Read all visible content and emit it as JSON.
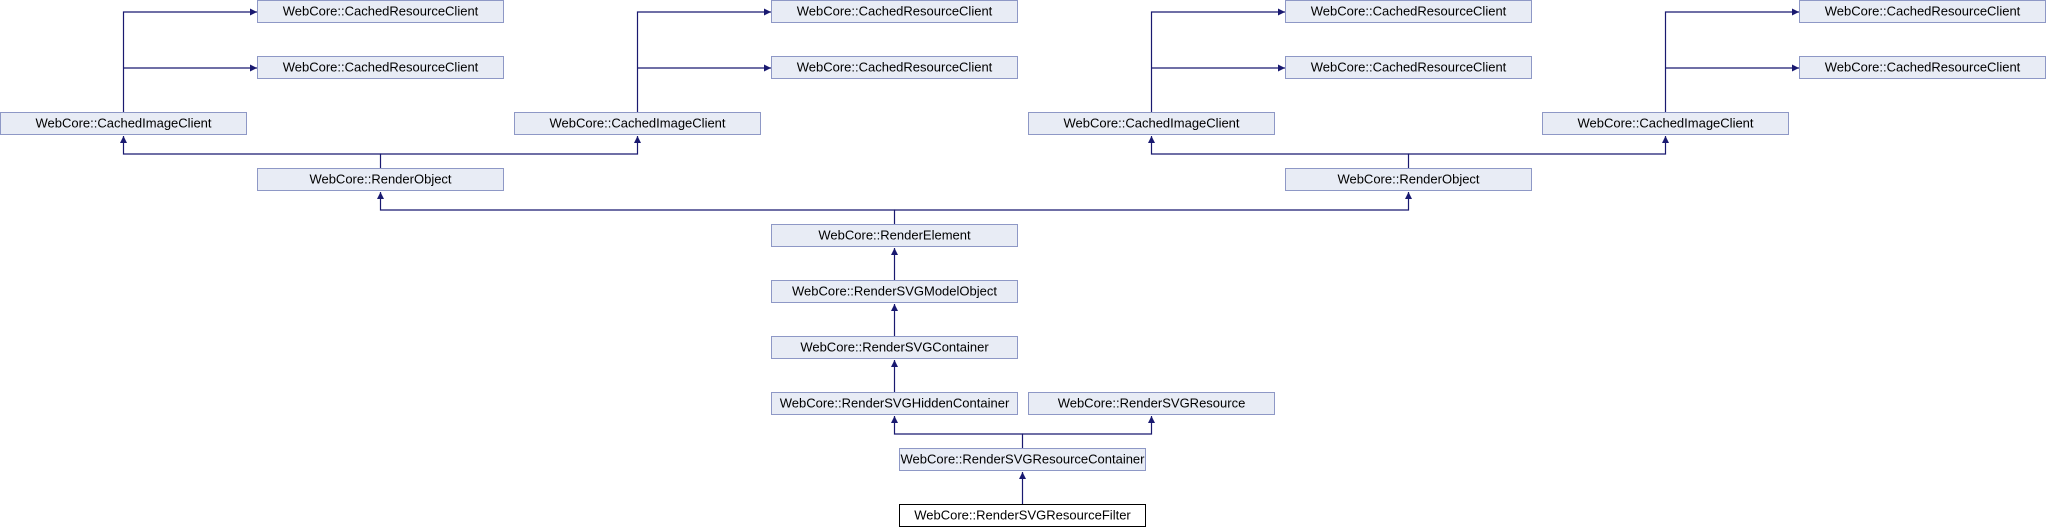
{
  "colors": {
    "node_fill": "#e8ecf5",
    "node_stroke": "#8e98c6",
    "current_fill": "#ffffff",
    "current_stroke": "#000000",
    "edge": "#191970"
  },
  "nodes": [
    {
      "id": "crc1",
      "label": "WebCore::CachedResourceClient"
    },
    {
      "id": "crc2",
      "label": "WebCore::CachedResourceClient"
    },
    {
      "id": "crc3",
      "label": "WebCore::CachedResourceClient"
    },
    {
      "id": "crc4",
      "label": "WebCore::CachedResourceClient"
    },
    {
      "id": "crc5",
      "label": "WebCore::CachedResourceClient"
    },
    {
      "id": "crc6",
      "label": "WebCore::CachedResourceClient"
    },
    {
      "id": "crc7",
      "label": "WebCore::CachedResourceClient"
    },
    {
      "id": "crc8",
      "label": "WebCore::CachedResourceClient"
    },
    {
      "id": "cic1",
      "label": "WebCore::CachedImageClient"
    },
    {
      "id": "cic2",
      "label": "WebCore::CachedImageClient"
    },
    {
      "id": "cic3",
      "label": "WebCore::CachedImageClient"
    },
    {
      "id": "cic4",
      "label": "WebCore::CachedImageClient"
    },
    {
      "id": "ro1",
      "label": "WebCore::RenderObject"
    },
    {
      "id": "ro2",
      "label": "WebCore::RenderObject"
    },
    {
      "id": "re",
      "label": "WebCore::RenderElement"
    },
    {
      "id": "rsmo",
      "label": "WebCore::RenderSVGModelObject"
    },
    {
      "id": "rsc",
      "label": "WebCore::RenderSVGContainer"
    },
    {
      "id": "rshc",
      "label": "WebCore::RenderSVGHiddenContainer"
    },
    {
      "id": "rsr",
      "label": "WebCore::RenderSVGResource"
    },
    {
      "id": "rsrc",
      "label": "WebCore::RenderSVGResourceContainer"
    },
    {
      "id": "rsrf",
      "label": "WebCore::RenderSVGResourceFilter",
      "current": true
    }
  ]
}
